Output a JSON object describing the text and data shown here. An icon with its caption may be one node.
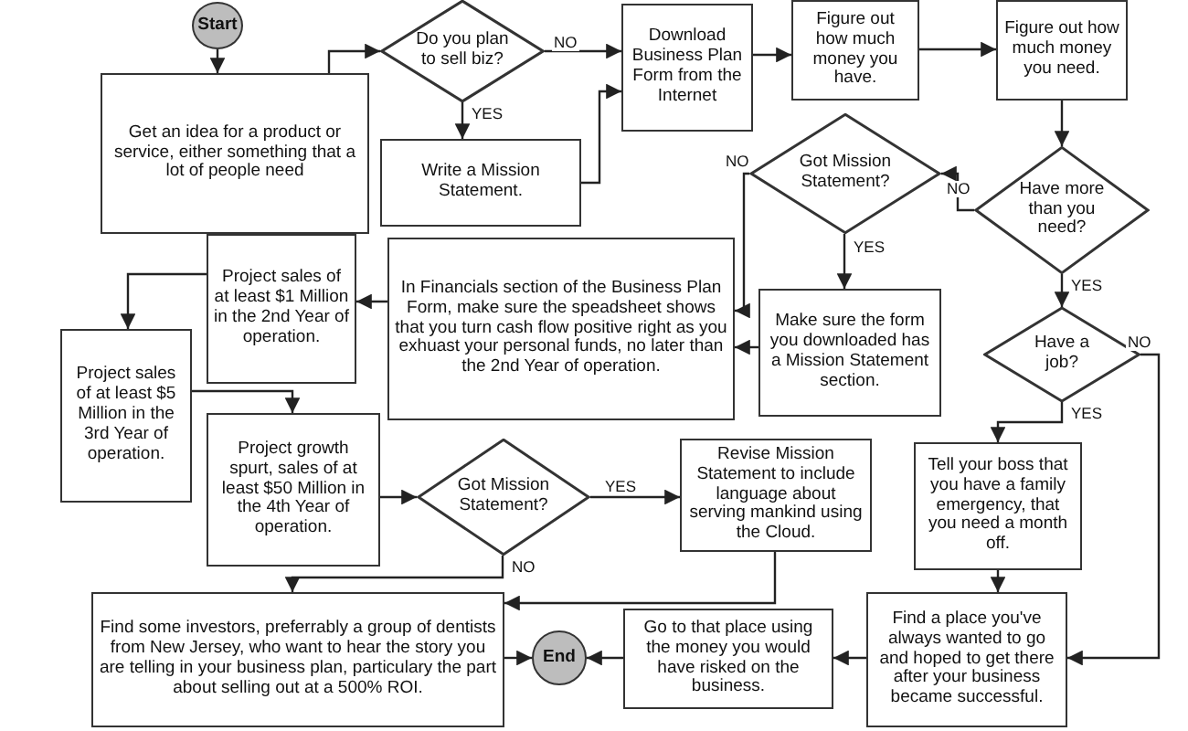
{
  "diagram": {
    "nodes": [
      {
        "text": [
          "Start"
        ]
      },
      {
        "text": [
          "Get an idea for a product or service, either something that a lot of people need"
        ]
      },
      {
        "text": [
          "Do you plan to sell biz?"
        ]
      },
      {
        "text": [
          "Write a Mission Statement."
        ]
      },
      {
        "text": [
          "Download Business Plan Form from the Internet"
        ]
      },
      {
        "text": [
          "Figure out how much money you have."
        ]
      },
      {
        "text": [
          "Figure out how much money you need."
        ]
      },
      {
        "text": [
          "Have more than you need?"
        ]
      },
      {
        "text": [
          "Got Mission Statement?"
        ]
      },
      {
        "text": [
          "Make sure the form you downloaded has a Mission Statement section."
        ]
      },
      {
        "text": [
          "In Financials section of the Business Plan Form, make sure the speadsheet shows that you turn cash flow positive right as you exhuast your personal funds, no later than the 2nd Year of operation."
        ]
      },
      {
        "text": [
          "Project sales of at least $1 Million in the 2nd Year of operation."
        ]
      },
      {
        "text": [
          "Project sales of at least $5 Million in the 3rd Year of operation."
        ]
      },
      {
        "text": [
          "Project growth spurt, sales of at least $50 Million in the 4th Year of operation."
        ]
      },
      {
        "text": [
          "Got Mission Statement?"
        ]
      },
      {
        "text": [
          "Revise Mission Statement to include language about serving mankind using the Cloud."
        ]
      },
      {
        "text": [
          "Find some investors, preferrably a group of dentists from New Jersey, who want to hear the story you are telling in your business plan, particulary the part about selling out at a 500% ROI."
        ]
      },
      {
        "text": [
          "End"
        ]
      },
      {
        "text": [
          "Go to that place using the money you would have risked on the business."
        ]
      },
      {
        "text": [
          "Have a job?"
        ]
      },
      {
        "text": [
          "Tell your boss that you have a family emergency, that you need a month off."
        ]
      },
      {
        "text": [
          "Find a place you've always wanted to go and hoped to get there after your business became successful."
        ]
      }
    ],
    "edges": [
      {
        "from": 0,
        "to": 1,
        "arrow": "to"
      },
      {
        "from": 1,
        "to": 2,
        "arrow": "to"
      },
      {
        "from": 2,
        "to": 3,
        "arrow": "to",
        "label": "YES"
      },
      {
        "from": 2,
        "to": 4,
        "arrow": "to",
        "label": "NO"
      },
      {
        "from": 3,
        "to": 4,
        "arrow": "to"
      },
      {
        "from": 4,
        "to": 5,
        "arrow": "to"
      },
      {
        "from": 5,
        "to": 6,
        "arrow": "to"
      },
      {
        "from": 6,
        "to": 7,
        "arrow": "to"
      },
      {
        "from": 7,
        "to": 8,
        "arrow": "to",
        "label": "NO"
      },
      {
        "from": 7,
        "to": 19,
        "arrow": "to",
        "label": "YES"
      },
      {
        "from": 8,
        "to": 10,
        "arrow": "to",
        "label": "NO"
      },
      {
        "from": 8,
        "to": 9,
        "arrow": "to",
        "label": "YES"
      },
      {
        "from": 9,
        "to": 10,
        "arrow": "to"
      },
      {
        "from": 10,
        "to": 11,
        "arrow": "to"
      },
      {
        "from": 11,
        "to": 12,
        "arrow": "to"
      },
      {
        "from": 12,
        "to": 13,
        "arrow": "to"
      },
      {
        "from": 13,
        "to": 14,
        "arrow": "to"
      },
      {
        "from": 14,
        "to": 15,
        "arrow": "to",
        "label": "YES"
      },
      {
        "from": 14,
        "to": 16,
        "arrow": "to",
        "label": "NO"
      },
      {
        "from": 15,
        "to": 16,
        "arrow": "to"
      },
      {
        "from": 19,
        "to": 20,
        "arrow": "to",
        "label": "YES"
      },
      {
        "from": 19,
        "to": 21,
        "arrow": "to",
        "label": "NO"
      },
      {
        "from": 20,
        "to": 21,
        "arrow": "to"
      },
      {
        "from": 21,
        "to": 18,
        "arrow": "to"
      },
      {
        "from": 18,
        "to": 17,
        "arrow": "to"
      },
      {
        "from": 16,
        "to": 17,
        "arrow": "to"
      }
    ]
  }
}
